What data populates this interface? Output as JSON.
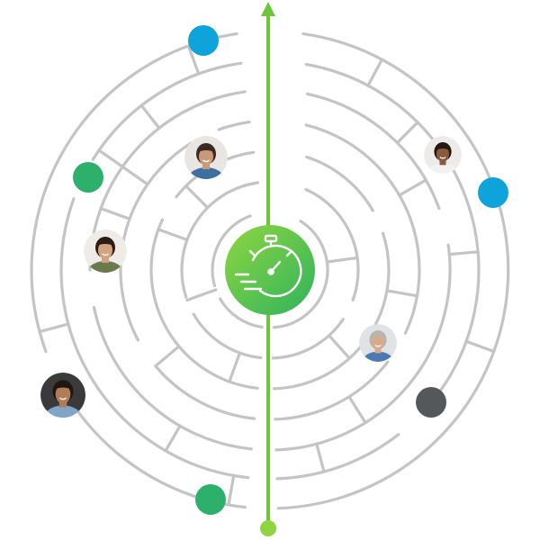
{
  "colors": {
    "maze": "#c4c4c4",
    "axis": "#6cc63a",
    "timer_gradient_start": "#8ed63f",
    "timer_gradient_end": "#2fb35e",
    "timer_icon": "#ffffff",
    "dot_blue": "#0fa3dc",
    "dot_green": "#2db06c",
    "dot_gray": "#55585a"
  },
  "center_icon": "stopwatch-icon",
  "dots": [
    {
      "name": "blue-dot-top",
      "color": "#0fa3dc"
    },
    {
      "name": "blue-dot-right",
      "color": "#0fa3dc"
    },
    {
      "name": "green-dot-left",
      "color": "#2db06c"
    },
    {
      "name": "green-dot-bottom",
      "color": "#2db06c"
    },
    {
      "name": "gray-dot-right",
      "color": "#55585a"
    }
  ],
  "avatars": [
    {
      "name": "avatar-man-beard",
      "skin": "#c99a7a",
      "hair": "#3a2a22",
      "shirt": "#3e6f9e",
      "bg": "#e9e6e2"
    },
    {
      "name": "avatar-woman-curly",
      "skin": "#8a5a3c",
      "hair": "#241812",
      "shirt": "#f2f2f2",
      "bg": "#ecebea"
    },
    {
      "name": "avatar-woman-long-hair",
      "skin": "#d3a27f",
      "hair": "#2b1d16",
      "shirt": "#6b7a4a",
      "bg": "#efece8"
    },
    {
      "name": "avatar-man-gray-hair",
      "skin": "#d8ab8c",
      "hair": "#b9b4ae",
      "shirt": "#4d7ab0",
      "bg": "#dfe3e6"
    },
    {
      "name": "avatar-man-smiling",
      "skin": "#b07b55",
      "hair": "#1e1611",
      "shirt": "#7fa6c8",
      "bg": "#3a3a3a"
    }
  ]
}
